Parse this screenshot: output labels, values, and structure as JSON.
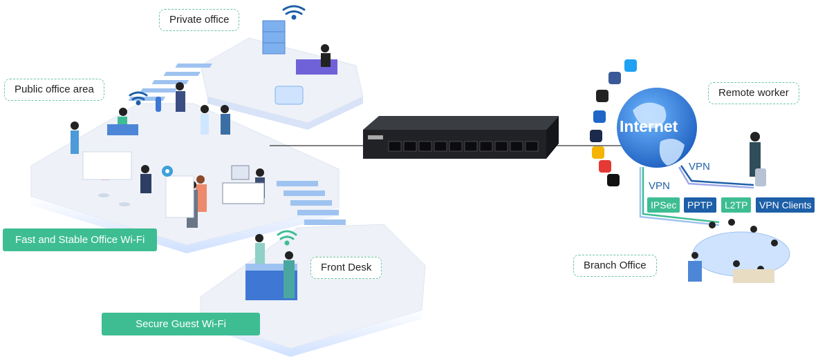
{
  "labels": {
    "private_office": "Private office",
    "public_office_area": "Public office area",
    "fast_stable_wifi": "Fast and Stable Office Wi-Fi",
    "front_desk": "Front Desk",
    "secure_guest_wifi": "Secure Guest Wi-Fi",
    "remote_worker": "Remote worker",
    "branch_office": "Branch Office",
    "internet": "Internet",
    "vpn_upper": "VPN",
    "vpn_lower": "VPN"
  },
  "vpn_protocols": [
    {
      "label": "IPSec",
      "color": "#3ebd93"
    },
    {
      "label": "PPTP",
      "color": "#1d5fa8"
    },
    {
      "label": "L2TP",
      "color": "#3ebd93"
    },
    {
      "label": "VPN Clients",
      "color": "#1d5fa8"
    }
  ],
  "app_icons": [
    "twitter-icon",
    "facebook-icon",
    "amazon-icon",
    "outlook-icon",
    "photoshop-icon",
    "gmail-icon",
    "youtube-icon",
    "tiktok-icon"
  ],
  "colors": {
    "accent_green": "#3ebd93",
    "accent_blue": "#1d5fa8",
    "floor": "#eef1f7",
    "stairs": "#9ec3f0"
  }
}
